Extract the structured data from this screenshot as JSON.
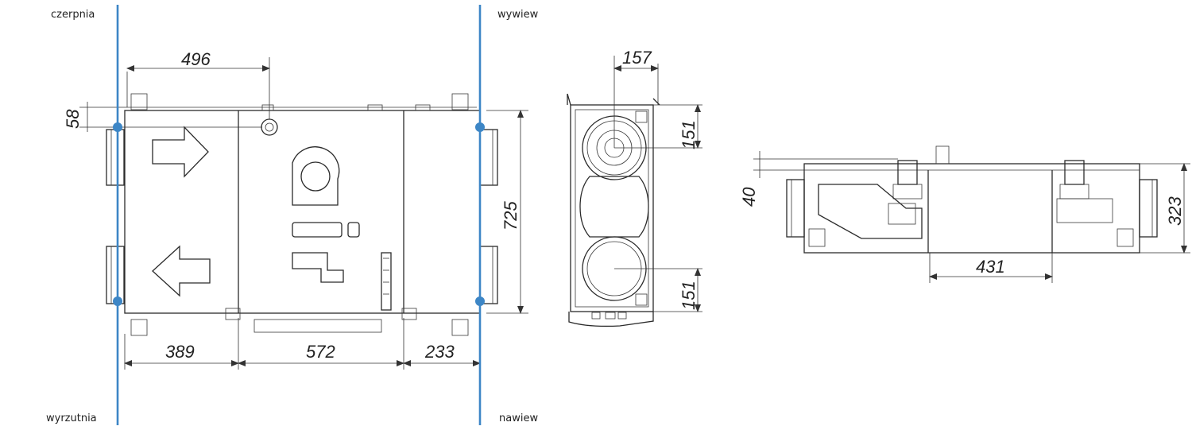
{
  "labels": {
    "top_left": "czerpnia",
    "top_right": "wywiew",
    "bottom_left": "wyrzutnia",
    "bottom_right": "nawiew"
  },
  "dimensions": {
    "top_width": "496",
    "left_offset": "58",
    "height": "725",
    "seg1": "389",
    "seg2": "572",
    "seg3": "233",
    "side_top": "157",
    "side_duct1": "151",
    "side_duct2": "151",
    "front_offset": "40",
    "front_height": "323",
    "front_width": "431"
  },
  "colors": {
    "duct_line": "#3d86c6",
    "drawing": "#2b2b2b"
  }
}
